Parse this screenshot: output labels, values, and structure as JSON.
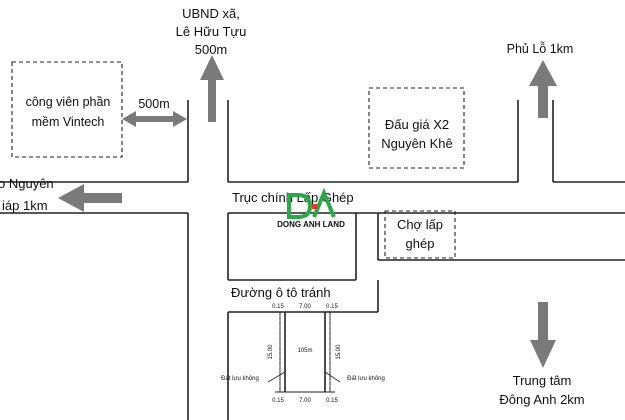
{
  "labels": {
    "ubnd_line1": "UBND xã,",
    "ubnd_line2": "Lê Hữu Tựu",
    "ubnd_line3": "500m",
    "park_line1": "công viên phần",
    "park_line2": "mềm Vintech",
    "park_distance": "500m",
    "auction_line1": "Đấu giá X2",
    "auction_line2": "Nguyên Khê",
    "phulo": "Phủ Lỗ 1km",
    "west_line1": "o Nguyên",
    "west_line2": "iáp 1km",
    "main_axis": "Trục chính Lấp Ghép",
    "market_line1": "Chợ lấp",
    "market_line2": "ghép",
    "passing_road": "Đường ô tô tránh",
    "center_line1": "Trung tâm",
    "center_line2": "Đông Anh 2km"
  },
  "logo": {
    "text": "DONG ANH LAND",
    "color_green": "#2aa84a",
    "color_red": "#e03a2f"
  },
  "plot": {
    "dim_015": "0.15",
    "dim_700": "7.00",
    "dim_1500": "15.00",
    "area": "105m",
    "setback": "Đất lưu không"
  },
  "colors": {
    "arrow": "#7a7a7a",
    "road": "#222222"
  },
  "icons": [
    "arrow-up-icon",
    "arrow-left-icon",
    "arrow-down-icon",
    "double-arrow-icon"
  ]
}
